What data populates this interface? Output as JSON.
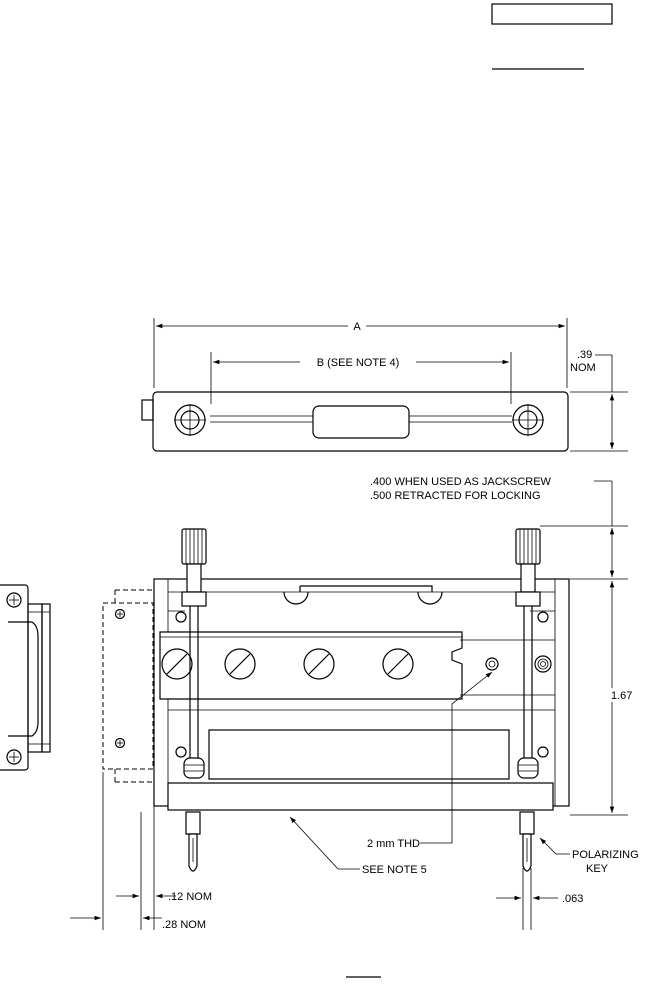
{
  "header": {
    "box_text": "",
    "underline_text": ""
  },
  "top_view": {
    "dim_a": "A",
    "dim_b": "B  (SEE NOTE 4)",
    "dim_height": ".39",
    "dim_height_unit": "NOM"
  },
  "front_view": {
    "jackscrew_line1": ".400 WHEN USED AS JACKSCREW",
    "jackscrew_line2": ".500 RETRACTED FOR LOCKING",
    "dim_height": "1.67",
    "thread_label": "2 mm THD",
    "see_note5": "SEE NOTE 5",
    "polarizing_line1": "POLARIZING",
    "polarizing_line2": "KEY",
    "dim_063": ".063",
    "dim_12": ".12 NOM",
    "dim_28": ".28 NOM"
  },
  "footer": {
    "page_label": ""
  }
}
